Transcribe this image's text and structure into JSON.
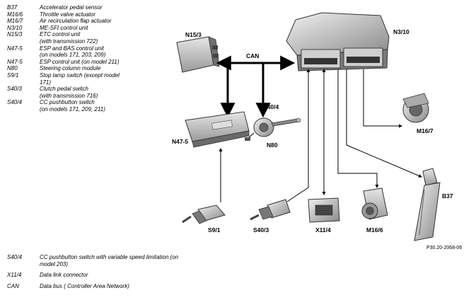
{
  "legend_top": [
    {
      "code": "B37",
      "desc": "Accelerator pedal sensor"
    },
    {
      "code": "M16/6",
      "desc": "Throttle valve actuator"
    },
    {
      "code": "M16/7",
      "desc": "Air recirculation flap actuator"
    },
    {
      "code": "N3/10",
      "desc": "ME-SFI control unit"
    },
    {
      "code": "N15/3",
      "desc": "ETC control unit\n(with transmission 722)"
    },
    {
      "code": "N47-5",
      "desc": "ESP and BAS control unit\n(on models 171, 203, 209)"
    },
    {
      "code": "N47-5",
      "desc": "ESP control unit (on model 211)"
    },
    {
      "code": "N80",
      "desc": "Steering column module"
    },
    {
      "code": "S9/1",
      "desc": "Stop lamp switch (except model\n171)"
    },
    {
      "code": "S40/3",
      "desc": "Clutch pedal switch\n(with transmission 716)"
    },
    {
      "code": "S40/4",
      "desc": "CC pushbutton switch\n(on models 171, 209, 211)"
    }
  ],
  "legend_bottom": [
    {
      "code": "S40/4",
      "desc": "CC pushbutton switch with variable speed limitation (on\nmodel 203)"
    },
    {
      "code": "X11/4",
      "desc": "Data link connector"
    },
    {
      "code": "CAN",
      "desc": "Data bus ( Controller Area Network)"
    }
  ],
  "labels": {
    "n15_3": "N15/3",
    "n3_10": "N3/10",
    "can": "CAN",
    "s40_4": "S40/4",
    "n47_5": "N47-5",
    "n80": "N80",
    "m16_7": "M16/7",
    "b37": "B37",
    "s9_1": "S9/1",
    "s40_3": "S40/3",
    "x11_4": "X11/4",
    "m16_6": "M16/6"
  },
  "figure_ref": "P30.20-2068-06"
}
